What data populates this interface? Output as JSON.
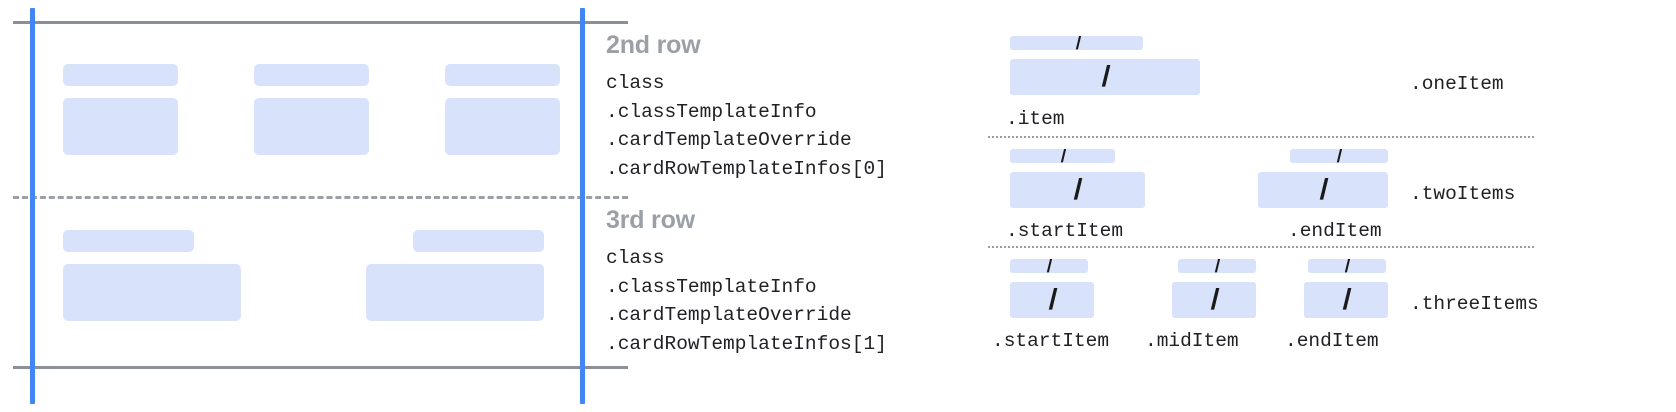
{
  "colors": {
    "placeholder_fill": "#d9e2fb",
    "guide_blue": "#4285f4",
    "rule_gray": "#8a8f98",
    "heading_gray": "#9aa0a6",
    "code_text": "#202124",
    "slash_black": "#1a1a1a"
  },
  "card_diagram": {
    "name": "card-row-schematic",
    "rows": [
      {
        "id": "second-row",
        "cells": [
          {
            "label_bar": true,
            "content_box": true
          },
          {
            "label_bar": true,
            "content_box": true
          },
          {
            "label_bar": true,
            "content_box": true
          }
        ]
      },
      {
        "id": "third-row",
        "cells": [
          {
            "label_bar": true,
            "content_box": true
          },
          {
            "label_bar": true,
            "content_box": true
          }
        ]
      }
    ]
  },
  "annotations": [
    {
      "heading": "2nd row",
      "code_lines": [
        "class",
        ".classTemplateInfo",
        ".cardTemplateOverride",
        ".cardRowTemplateInfos[0]"
      ]
    },
    {
      "heading": "3rd row",
      "code_lines": [
        "class",
        ".classTemplateInfo",
        ".cardTemplateOverride",
        ".cardRowTemplateInfos[1]"
      ]
    }
  ],
  "variants": [
    {
      "id": "one-item",
      "right_label": ".oneItem",
      "items": [
        {
          "caption": ".item",
          "glyph": "/"
        }
      ]
    },
    {
      "id": "two-items",
      "right_label": ".twoItems",
      "items": [
        {
          "caption": ".startItem",
          "glyph": "/"
        },
        {
          "caption": ".endItem",
          "glyph": "/"
        }
      ]
    },
    {
      "id": "three-items",
      "right_label": ".threeItems",
      "items": [
        {
          "caption": ".startItem",
          "glyph": "/"
        },
        {
          "caption": ".midItem",
          "glyph": "/"
        },
        {
          "caption": ".endItem",
          "glyph": "/"
        }
      ]
    }
  ]
}
